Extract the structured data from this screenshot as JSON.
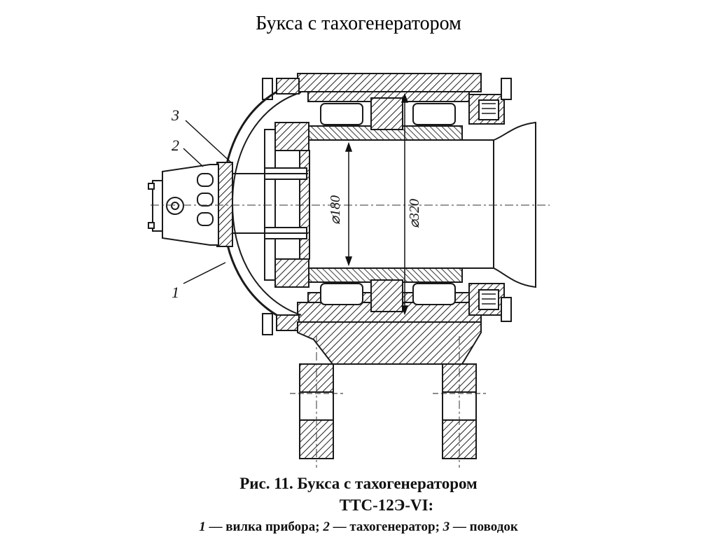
{
  "slide": {
    "title": "Букса с тахогенератором"
  },
  "figure": {
    "caption_line1": "Рис. 11. Букса с тахогенератором",
    "caption_line2": "ТТС-12Э-VI:",
    "legend": [
      {
        "num": "1",
        "text": "— вилка прибора;"
      },
      {
        "num": "2",
        "text": "— тахогенератор;"
      },
      {
        "num": "3",
        "text": "— поводок"
      }
    ],
    "callouts": [
      "1",
      "2",
      "3"
    ],
    "dimensions": [
      "⌀180",
      "⌀320"
    ]
  }
}
